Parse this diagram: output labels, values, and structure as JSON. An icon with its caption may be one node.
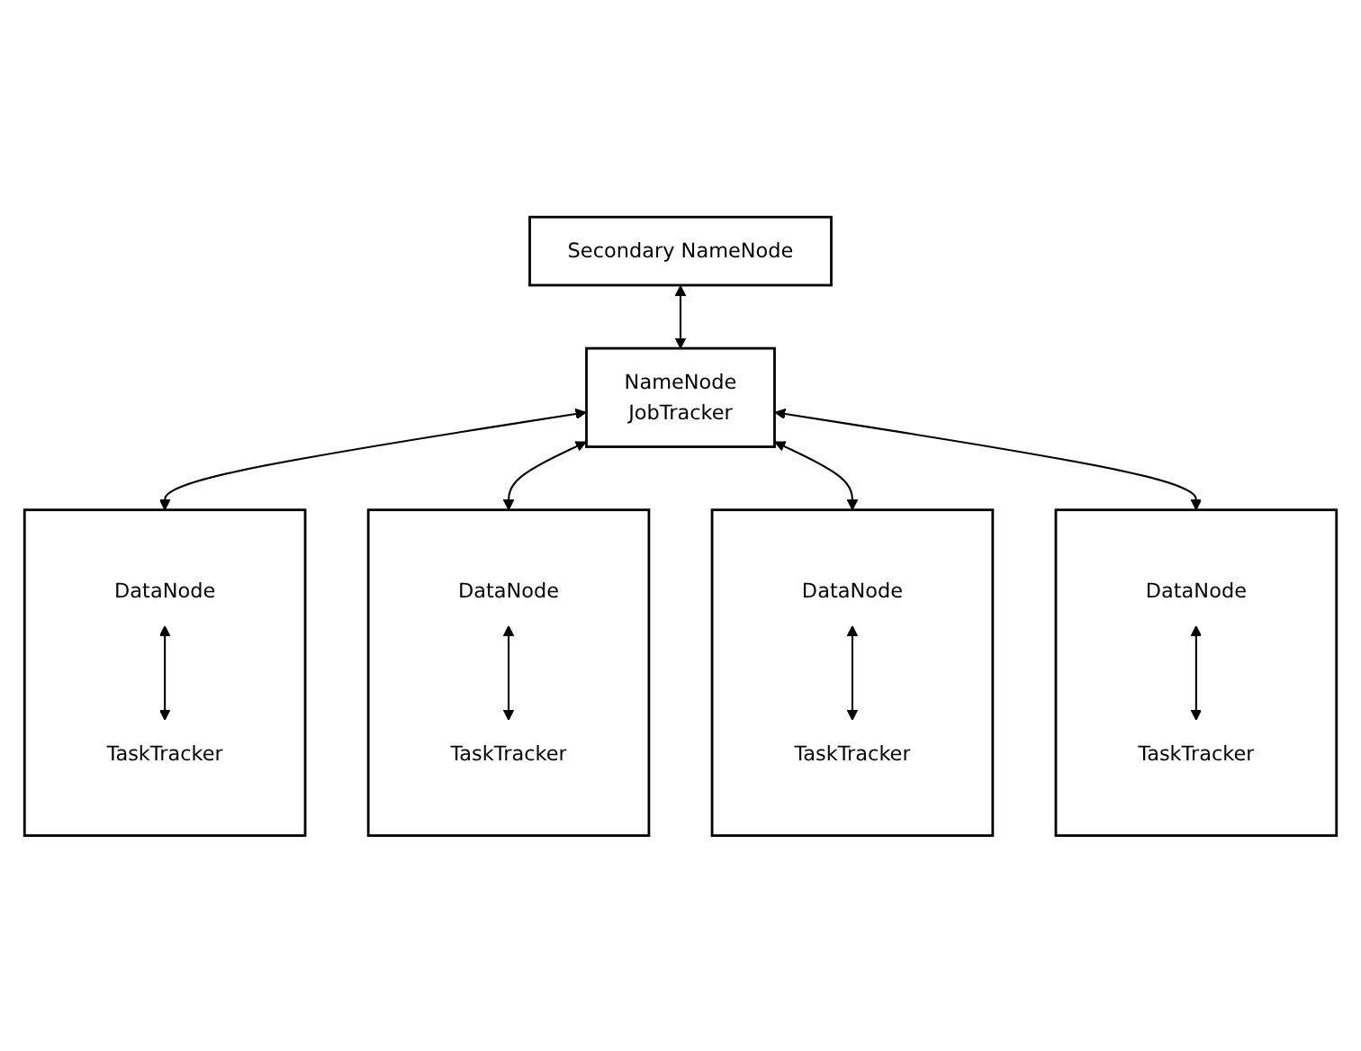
{
  "diagram": {
    "nodes": [
      {
        "text": [
          "Secondary NameNode"
        ]
      },
      {
        "text": [
          "NameNode",
          "JobTracker"
        ]
      },
      {
        "text": [],
        "shape": "box"
      },
      {
        "text": [
          "DataNode"
        ],
        "in": 2
      },
      {
        "text": [
          "TaskTracker"
        ],
        "in": 2
      },
      {
        "text": [],
        "shape": "box"
      },
      {
        "text": [
          "DataNode"
        ],
        "in": 5
      },
      {
        "text": [
          "TaskTracker"
        ],
        "in": 5
      },
      {
        "text": [],
        "shape": "box"
      },
      {
        "text": [
          "DataNode"
        ],
        "in": 8
      },
      {
        "text": [
          "TaskTracker"
        ],
        "in": 8
      },
      {
        "text": [],
        "shape": "box"
      },
      {
        "text": [
          "DataNode"
        ],
        "in": 11
      },
      {
        "text": [
          "TaskTracker"
        ],
        "in": 11
      }
    ],
    "edges": [
      {
        "from": 0,
        "to": 1,
        "arrow": "both"
      },
      {
        "from": 1,
        "to": 2,
        "arrow": "both"
      },
      {
        "from": 1,
        "to": 5,
        "arrow": "both"
      },
      {
        "from": 1,
        "to": 8,
        "arrow": "both"
      },
      {
        "from": 1,
        "to": 11,
        "arrow": "both"
      },
      {
        "from": 3,
        "to": 4,
        "arrow": "both"
      },
      {
        "from": 6,
        "to": 7,
        "arrow": "both"
      },
      {
        "from": 9,
        "to": 10,
        "arrow": "both"
      },
      {
        "from": 12,
        "to": 13,
        "arrow": "both"
      }
    ]
  }
}
